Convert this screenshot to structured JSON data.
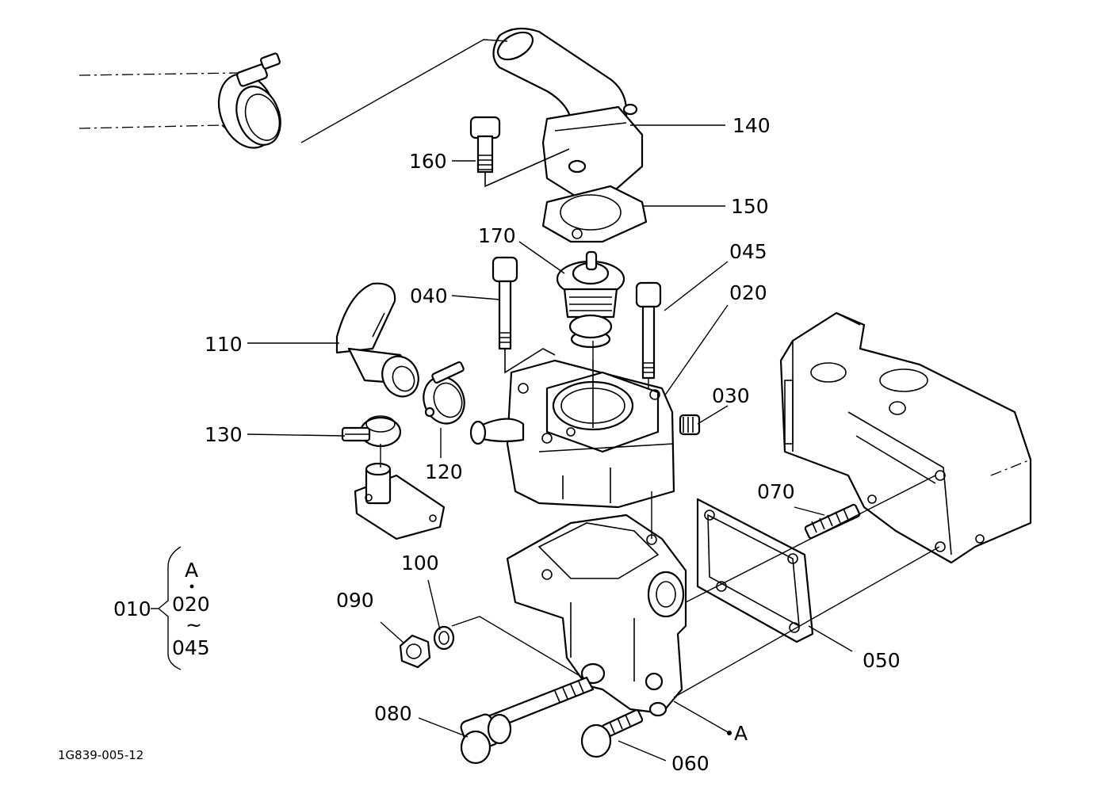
{
  "callouts": {
    "p140": "140",
    "p160": "160",
    "p150": "150",
    "p170": "170",
    "p045": "045",
    "p040": "040",
    "p020": "020",
    "p110": "110",
    "p030": "030",
    "p130": "130",
    "p120": "120",
    "p070": "070",
    "p100": "100",
    "p090": "090",
    "p050": "050",
    "p080": "080",
    "p060": "060"
  },
  "assembly": {
    "number": "010",
    "ref_point": "A",
    "range_start": "020",
    "range_sep": "~",
    "range_end": "045"
  },
  "reference_marker": "A",
  "drawing_code": "1G839-005-12"
}
